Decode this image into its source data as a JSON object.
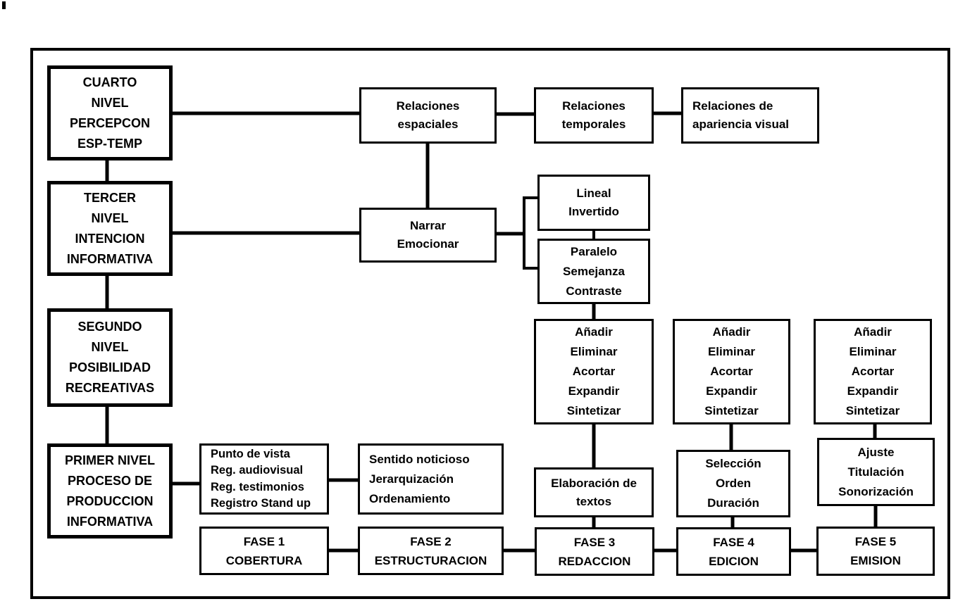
{
  "diagram": {
    "colors": {
      "line": "#000000",
      "background": "#ffffff",
      "text": "#000000"
    },
    "boxes": {
      "cuarto": {
        "text": "CUARTO\nNIVEL\nPERCEPCON\nESP-TEMP"
      },
      "tercer": {
        "text": "TERCER\nNIVEL\nINTENCION\nINFORMATIVA"
      },
      "segundo": {
        "text": "SEGUNDO\nNIVEL\nPOSIBILIDAD\nRECREATIVAS"
      },
      "primer": {
        "text": "PRIMER NIVEL\nPROCESO DE\nPRODUCCION\nINFORMATIVA"
      },
      "rel_espaciales": {
        "text": "Relaciones\nespaciales"
      },
      "rel_temporales": {
        "text": "Relaciones\ntemporales"
      },
      "rel_apariencia": {
        "text": "Relaciones de\napariencia visual"
      },
      "narrar": {
        "text": "Narrar\nEmocionar"
      },
      "lineal": {
        "text": "Lineal\nInvertido"
      },
      "paralelo": {
        "text": "Paralelo\nSemejanza\nContraste"
      },
      "anadir_1": {
        "text": "Añadir\nEliminar\nAcortar\nExpandir\nSintetizar"
      },
      "anadir_2": {
        "text": "Añadir\nEliminar\nAcortar\nExpandir\nSintetizar"
      },
      "anadir_3": {
        "text": "Añadir\nEliminar\nAcortar\nExpandir\nSintetizar"
      },
      "punto": {
        "text": "Punto de vista\nReg. audiovisual\nReg. testimonios\nRegistro Stand up"
      },
      "sentido": {
        "text": "Sentido noticioso\nJerarquización\nOrdenamiento"
      },
      "elaboracion": {
        "text": "Elaboración de\ntextos"
      },
      "seleccion": {
        "text": "Selección\nOrden\nDuración"
      },
      "ajuste": {
        "text": "Ajuste\nTitulación\nSonorización"
      },
      "fase_1": {
        "text": "FASE 1\nCOBERTURA"
      },
      "fase_2": {
        "text": "FASE 2\nESTRUCTURACION"
      },
      "fase_3": {
        "text": "FASE 3\nREDACCION"
      },
      "fase_4": {
        "text": "FASE 4\nEDICION"
      },
      "fase_5": {
        "text": "FASE 5\nEMISION"
      }
    }
  }
}
